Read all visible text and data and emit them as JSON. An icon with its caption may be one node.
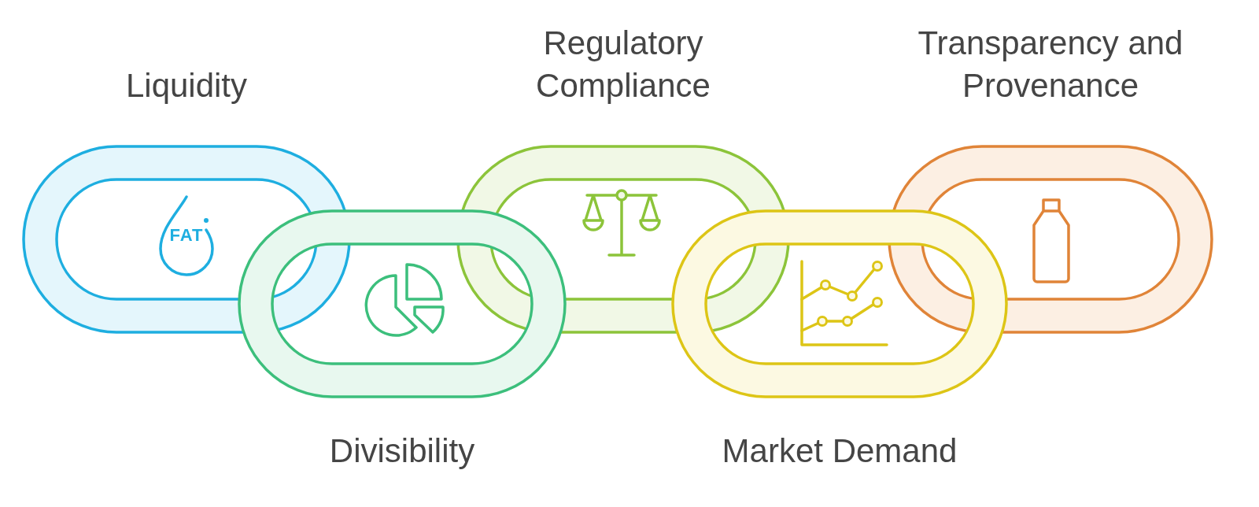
{
  "diagram": {
    "nodes": [
      {
        "text": [
          "Liquidity",
          "FAT"
        ]
      },
      {
        "text": [
          "Divisibility"
        ]
      },
      {
        "text": [
          "Regulatory Compliance"
        ]
      },
      {
        "text": [
          "Market Demand"
        ]
      },
      {
        "text": [
          "Transparency and Provenance"
        ]
      }
    ]
  }
}
